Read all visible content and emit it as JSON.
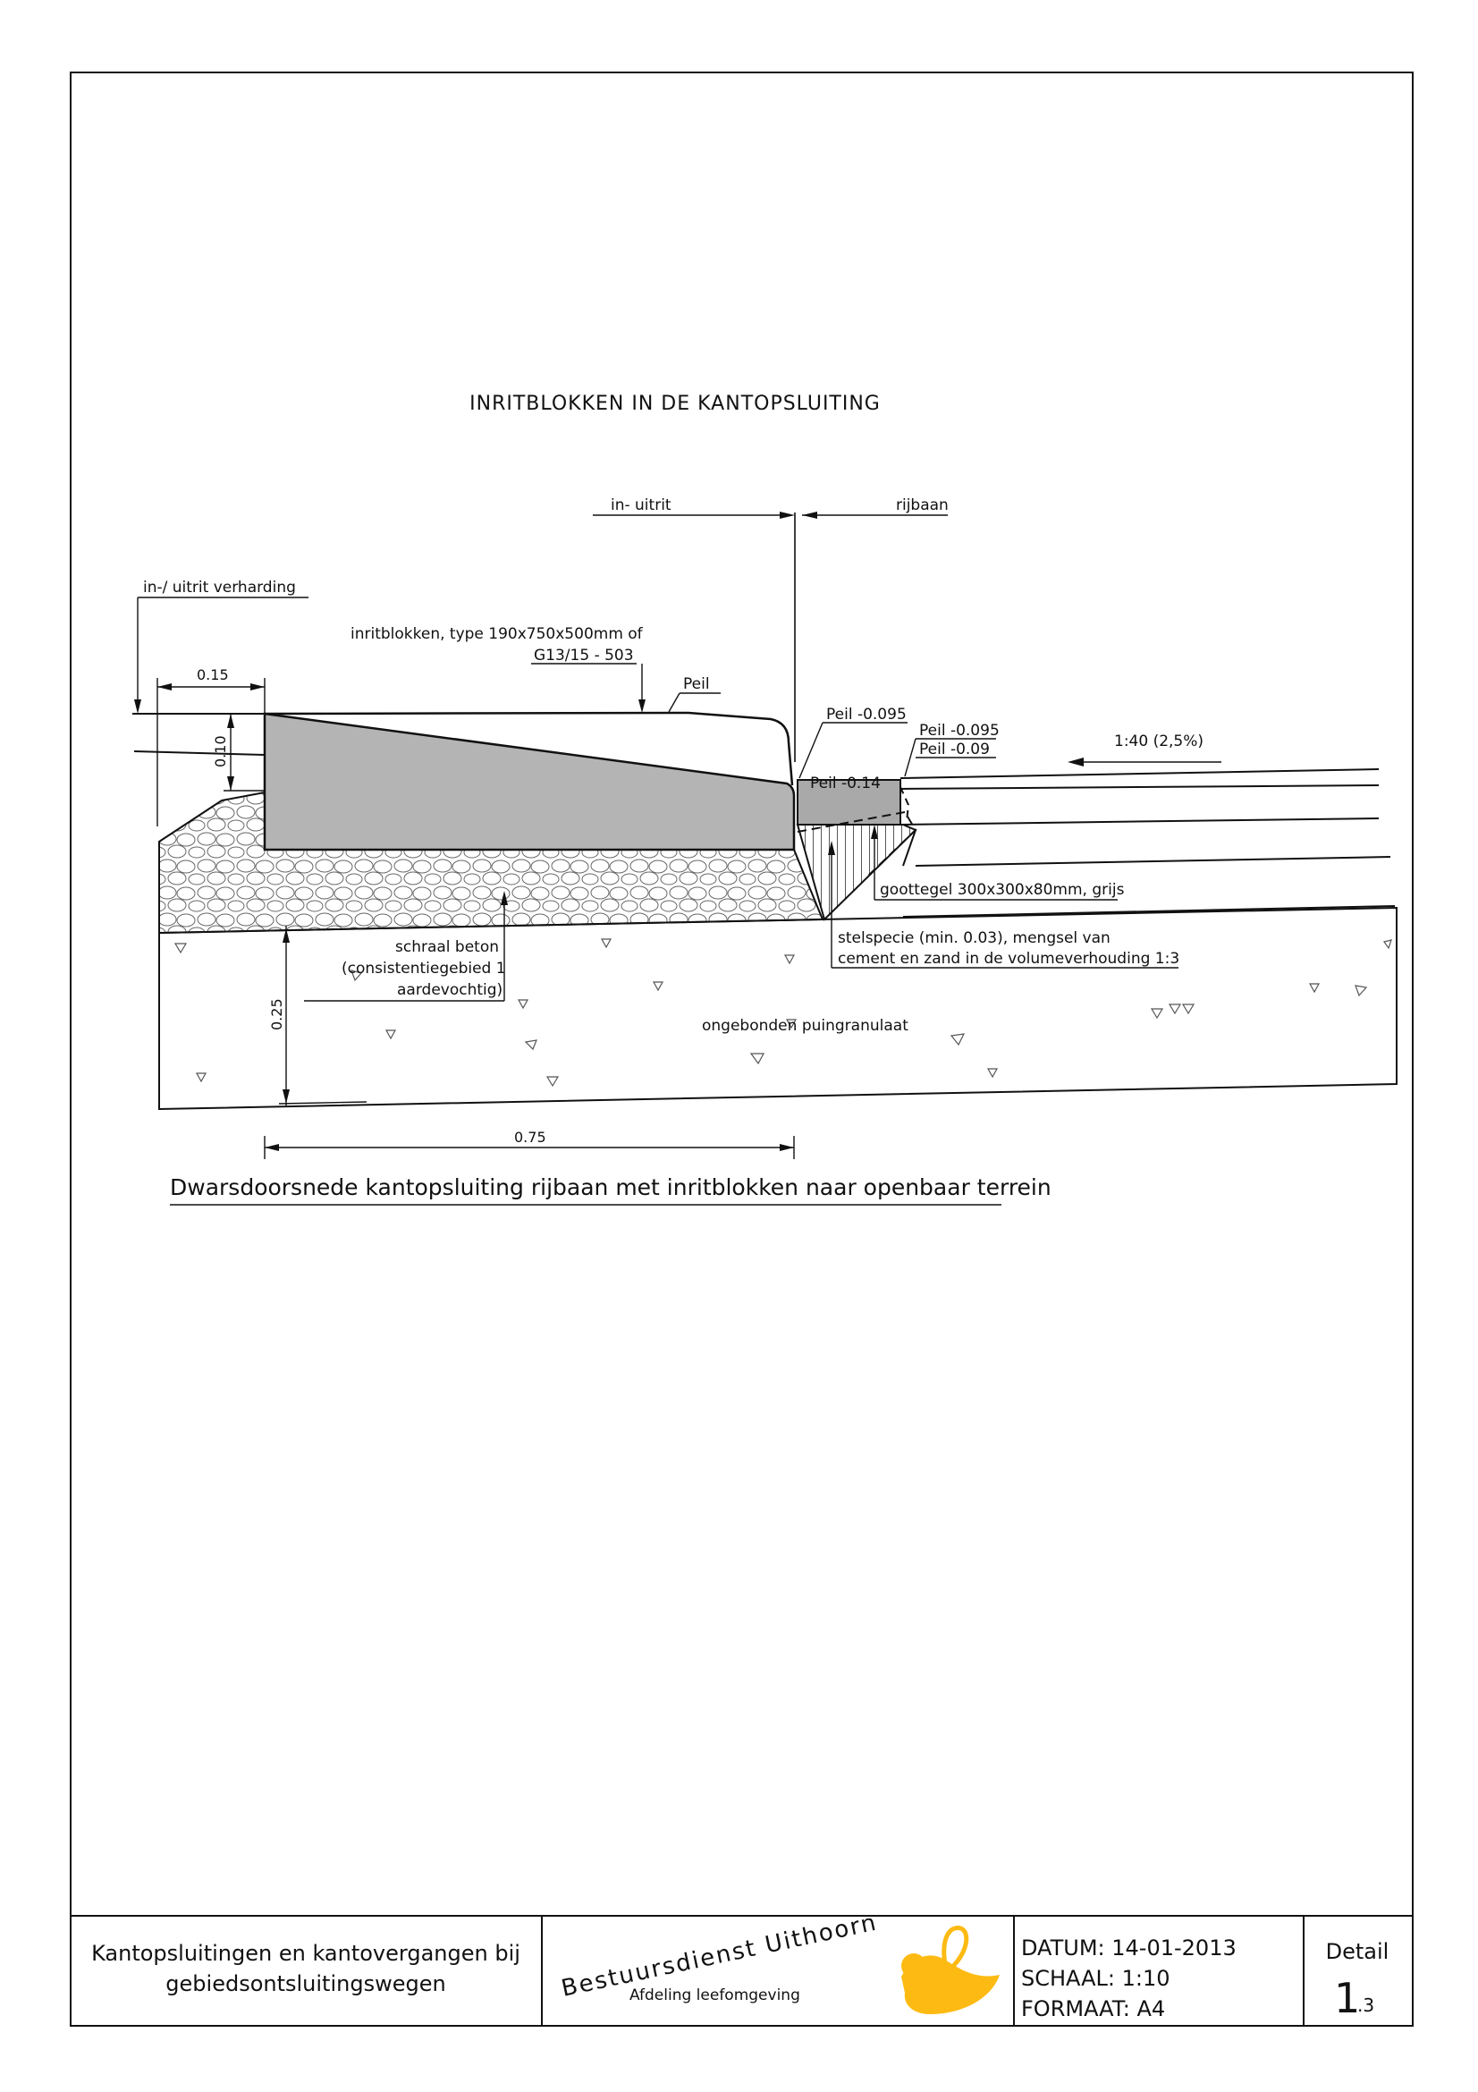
{
  "drawing": {
    "title": "INRITBLOKKEN IN DE KANTOPSLUITING",
    "caption": "Dwarsdoorsnede kantopsluiting rijbaan met inritblokken naar openbaar terrein",
    "labels": {
      "in_uitrit": "in- uitrit",
      "rijbaan": "rijbaan",
      "verharding": "in-/ uitrit verharding",
      "inritblokken_1": "inritblokken, type 190x750x500mm of",
      "inritblokken_2": "G13/15 - 503",
      "peil": "Peil",
      "peil_0095_a": "Peil -0.095",
      "peil_0095_b": "Peil -0.095",
      "peil_009": "Peil -0.09",
      "peil_014": "Peil -0.14",
      "slope": "1:40 (2,5%)",
      "goottegel": "goottegel 300x300x80mm, grijs",
      "stelspecie_1": "stelspecie (min. 0.03), mengsel van",
      "stelspecie_2": "cement en zand in de volumeverhouding 1:3",
      "schraal_1": "schraal beton",
      "schraal_2": "(consistentiegebied 1",
      "schraal_3": "aardevochtig)",
      "puingranulaat": "ongebonden puingranulaat"
    },
    "dimensions": {
      "d015": "0.15",
      "d010": "0.10",
      "d025": "0.25",
      "d075": "0.75"
    }
  },
  "titleblock": {
    "description_1": "Kantopsluitingen en kantovergangen bij",
    "description_2": "gebiedsontsluitingswegen",
    "org_name": "Bestuursdienst Uithoorn",
    "org_dept": "Afdeling leefomgeving",
    "datum": "DATUM: 14-01-2013",
    "schaal": "SCHAAL: 1:10",
    "formaat": "FORMAAT: A4",
    "detail_label": "Detail",
    "detail_number": "1",
    "detail_sub": ".3",
    "logo_color": "#FDBA12"
  }
}
